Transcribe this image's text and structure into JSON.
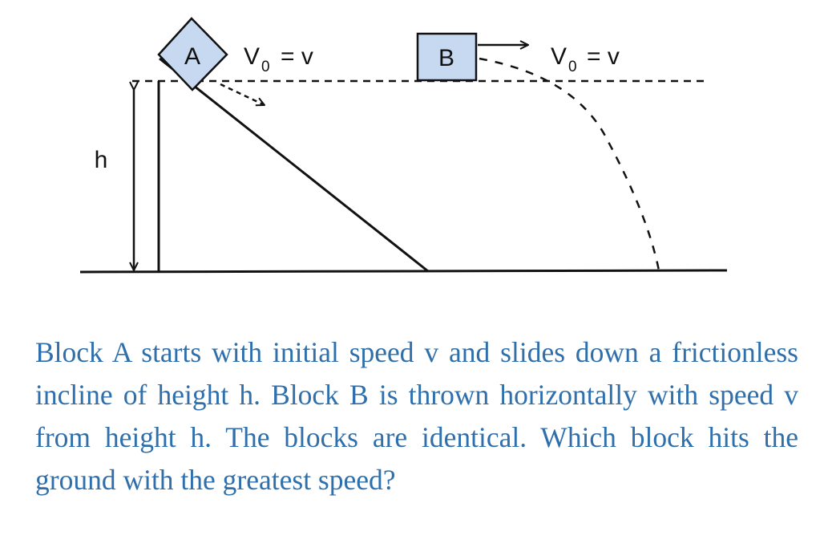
{
  "diagram": {
    "block_a_label": "A",
    "block_b_label": "B",
    "velocity_label_a": "V",
    "velocity_label_b": "V",
    "velocity_subscript": "0",
    "velocity_value": "= v",
    "height_label": "h",
    "colors": {
      "block_fill": "#c6d9f1",
      "stroke": "#111111"
    }
  },
  "question": {
    "text": "Block A starts with initial speed v and slides down a frictionless incline of height h. Block B is thrown horizontally with speed v from height h. The blocks are identical. Which block hits the ground with the greatest speed?"
  },
  "colors": {
    "question_text": "#2e6fac"
  }
}
